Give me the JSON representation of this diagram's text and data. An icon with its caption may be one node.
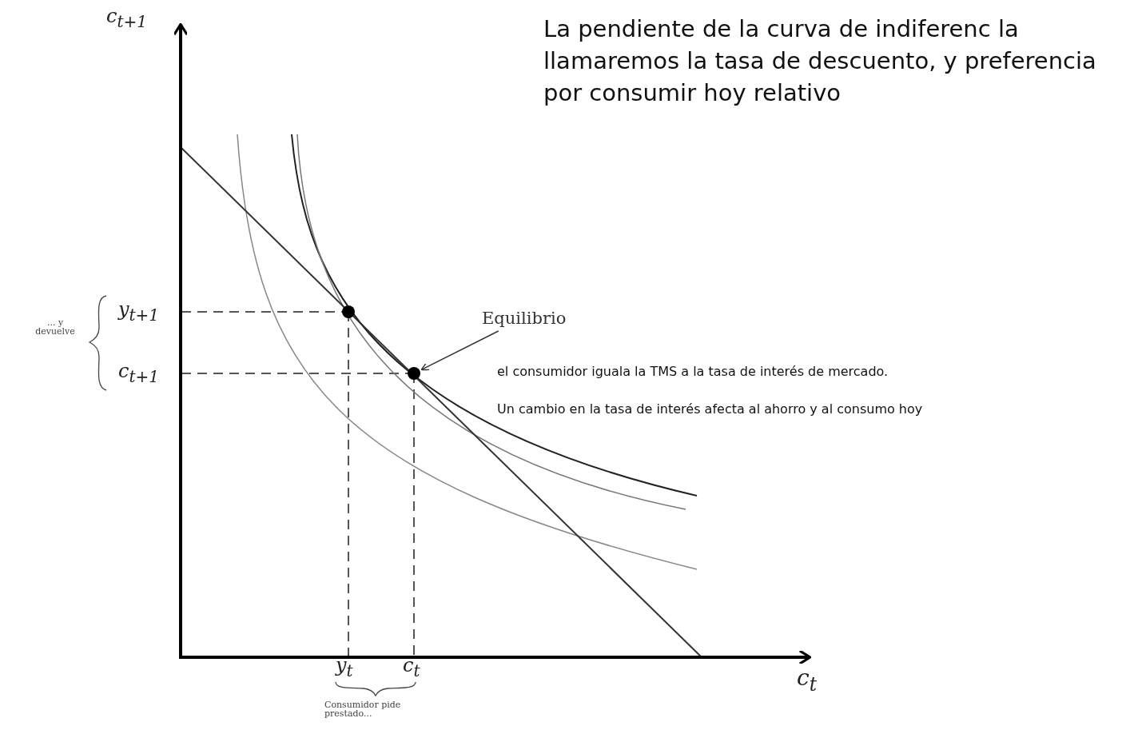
{
  "diagram": {
    "nodes": [
      {
        "text": [
          "Equilibrio"
        ]
      },
      {
        "text": [],
        "shape": "circle"
      },
      {
        "text": [],
        "shape": "circle"
      }
    ],
    "edges": [
      {
        "from": 0,
        "to": 2,
        "arrow": "to"
      }
    ],
    "labels": [
      "c$_{t+1}$",
      "La pendiente de la curva de indiferenc la llamaremos la tasa de descuento, y preferencia por consumir hoy relativo",
      "y$_{t+1}$",
      "... y devuelve",
      "c$_{t+1}$",
      "el consumidor iguala la TMS a la tasa de interés de mercado.",
      "Un cambio en la tasa de interés afecta al ahorro y al consumo hoy",
      "y$_{t}$",
      "c$_{t}$",
      "c$_{t}$",
      "Consumidor pide prestado..."
    ]
  }
}
